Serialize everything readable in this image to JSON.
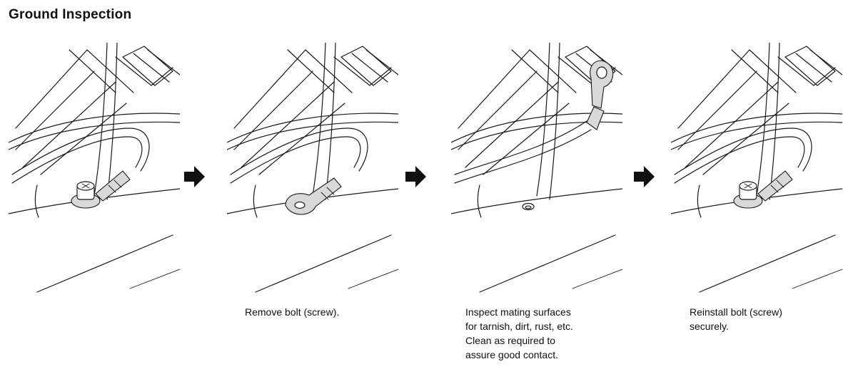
{
  "title": "Ground Inspection",
  "steps": [
    {
      "id": "step-1",
      "caption": ""
    },
    {
      "id": "step-2",
      "caption": "Remove bolt (screw)."
    },
    {
      "id": "step-3",
      "caption": "Inspect mating surfaces\nfor tarnish, dirt, rust, etc.\nClean as required to\nassure good contact."
    },
    {
      "id": "step-4",
      "caption": "Reinstall bolt (screw)\nsecurely."
    }
  ],
  "colors": {
    "ink": "#1a1a1a",
    "paper": "#ffffff"
  },
  "icons": [
    "right-arrow-icon"
  ]
}
